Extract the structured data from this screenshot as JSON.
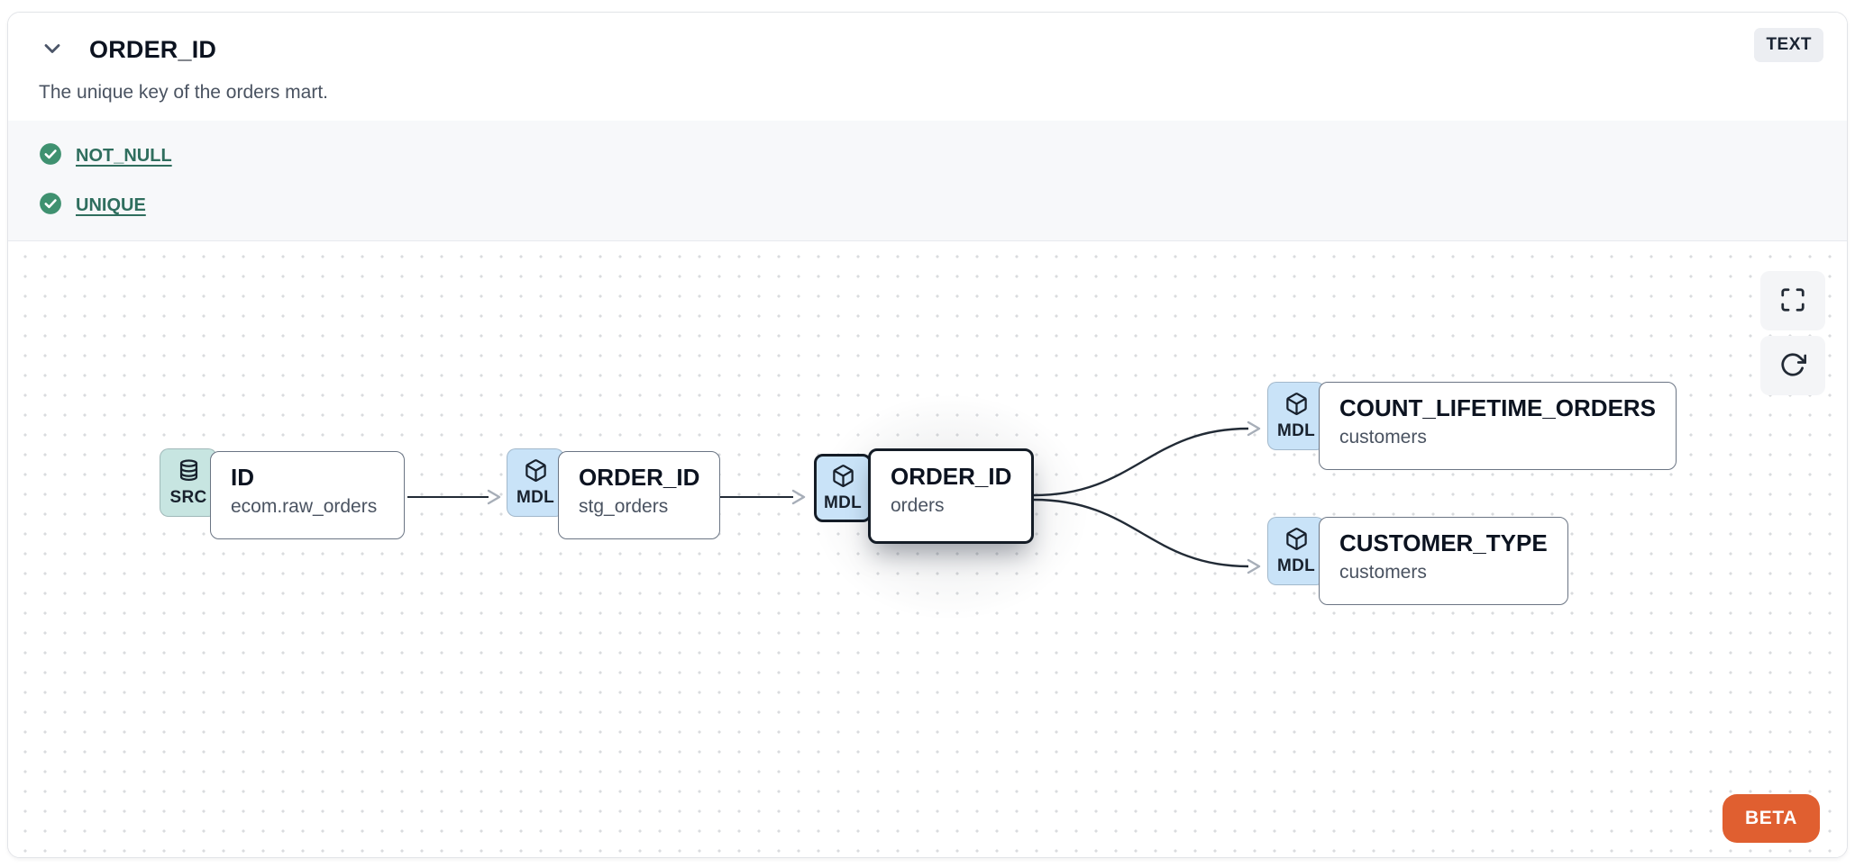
{
  "header": {
    "title": "ORDER_ID",
    "type_badge": "TEXT",
    "description": "The unique key of the orders mart."
  },
  "tests": [
    {
      "label": "NOT_NULL",
      "status": "pass"
    },
    {
      "label": "UNIQUE",
      "status": "pass"
    }
  ],
  "lineage": {
    "nodes": [
      {
        "badge": "SRC",
        "icon": "database-icon",
        "title": "ID",
        "subtitle": "ecom.raw_orders",
        "selected": false
      },
      {
        "badge": "MDL",
        "icon": "cube-icon",
        "title": "ORDER_ID",
        "subtitle": "stg_orders",
        "selected": false
      },
      {
        "badge": "MDL",
        "icon": "cube-icon",
        "title": "ORDER_ID",
        "subtitle": "orders",
        "selected": true
      },
      {
        "badge": "MDL",
        "icon": "cube-icon",
        "title": "COUNT_LIFETIME_ORDERS",
        "subtitle": "customers",
        "selected": false
      },
      {
        "badge": "MDL",
        "icon": "cube-icon",
        "title": "CUSTOMER_TYPE",
        "subtitle": "customers",
        "selected": false
      }
    ],
    "edges": [
      {
        "from": 0,
        "to": 1
      },
      {
        "from": 1,
        "to": 2
      },
      {
        "from": 2,
        "to": 3
      },
      {
        "from": 2,
        "to": 4
      }
    ],
    "controls": [
      {
        "icon": "maximize-icon"
      },
      {
        "icon": "refresh-icon"
      }
    ],
    "beta_label": "BETA"
  },
  "colors": {
    "src_badge_bg": "#c7e5e1",
    "mdl_badge_bg": "#c9e3f8",
    "test_pass_green": "#3f9170",
    "test_link_teal": "#2f6e5e",
    "beta_orange": "#e05f30",
    "node_border_dark": "#141c26",
    "edge_line": "#222b36"
  }
}
